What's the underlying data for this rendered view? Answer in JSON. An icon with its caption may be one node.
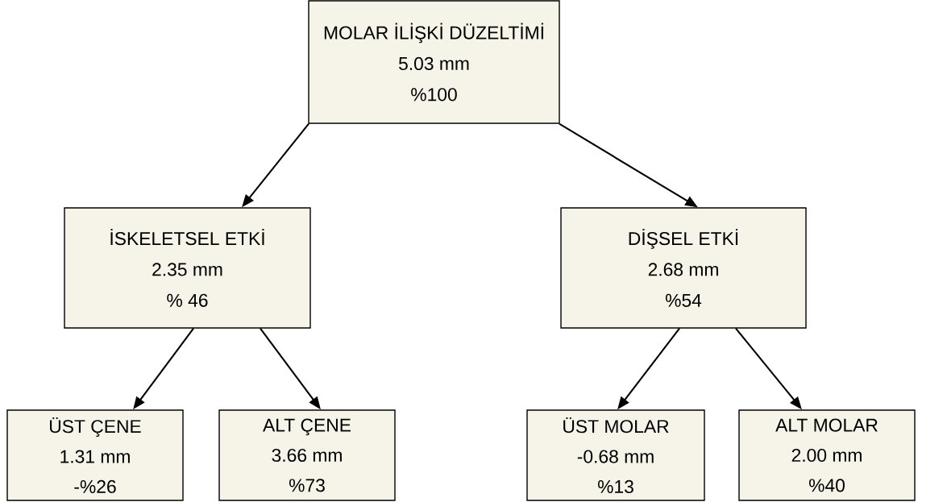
{
  "diagram": {
    "nodes": [
      {
        "text": [
          "MOLAR İLİŞKİ DÜZELTİMİ",
          "5.03 mm",
          "%100"
        ]
      },
      {
        "text": [
          "İSKELETSEL ETKİ",
          "2.35 mm",
          "% 46"
        ]
      },
      {
        "text": [
          "DİŞSEL ETKİ",
          "2.68 mm",
          "%54"
        ]
      },
      {
        "text": [
          "ÜST ÇENE",
          "1.31 mm",
          "-%26"
        ]
      },
      {
        "text": [
          "ALT ÇENE",
          "3.66 mm",
          "%73"
        ]
      },
      {
        "text": [
          "ÜST MOLAR",
          "-0.68 mm",
          "%13"
        ]
      },
      {
        "text": [
          "ALT MOLAR",
          "2.00 mm",
          "%40"
        ]
      }
    ],
    "edges": [
      {
        "from": 0,
        "to": 1,
        "arrow": "to"
      },
      {
        "from": 0,
        "to": 2,
        "arrow": "to"
      },
      {
        "from": 1,
        "to": 3,
        "arrow": "to"
      },
      {
        "from": 1,
        "to": 4,
        "arrow": "to"
      },
      {
        "from": 2,
        "to": 5,
        "arrow": "to"
      },
      {
        "from": 2,
        "to": 6,
        "arrow": "to"
      }
    ]
  }
}
